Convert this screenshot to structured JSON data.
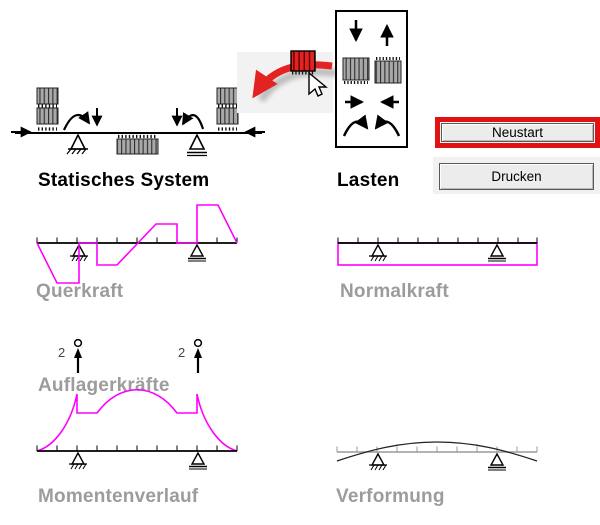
{
  "app": {
    "background": "#FFFFFF"
  },
  "colors": {
    "diagram_magenta": "#FF00FF",
    "label_gray": "#9C9C9C",
    "highlight_red": "#E01212",
    "load_fill_gray": "#A9A9A9"
  },
  "static_system": {
    "title": "Statisches System"
  },
  "lasten": {
    "title": "Lasten",
    "icons": [
      "point-load-down-icon",
      "point-load-up-icon",
      "distributed-load-down-icon",
      "distributed-load-up-icon",
      "axial-load-right-icon",
      "axial-load-left-icon",
      "moment-clockwise-icon",
      "moment-counterclockwise-icon"
    ]
  },
  "drag_hint": {
    "description": "drag-load-to-beam",
    "cursor": "arrow-cursor"
  },
  "buttons": {
    "neustart_label": "Neustart",
    "drucken_label": "Drucken"
  },
  "diagrams": {
    "querkraft": {
      "label": "Querkraft"
    },
    "normalkraft": {
      "label": "Normalkraft"
    },
    "auflagerkraefte": {
      "label": "Auflagerkräfte",
      "reactions": [
        {
          "value": "2"
        },
        {
          "value": "2"
        }
      ]
    },
    "momentenverlauf": {
      "label": "Momentenverlauf"
    },
    "verformung": {
      "label": "Verformung"
    }
  }
}
